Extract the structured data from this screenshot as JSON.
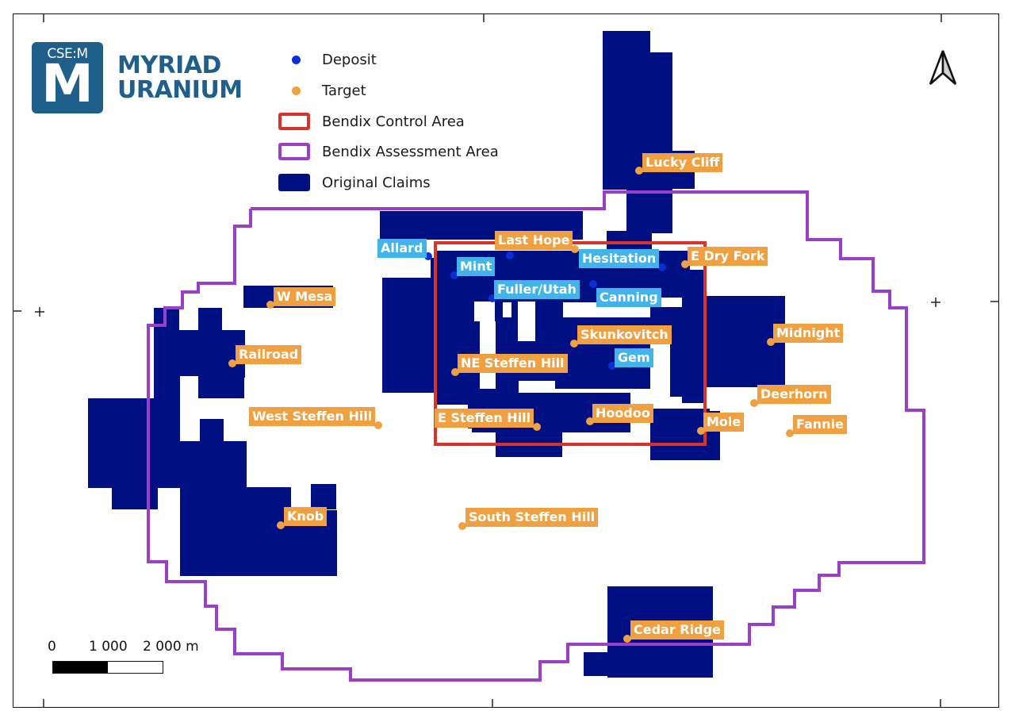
{
  "logo": {
    "ticker": "CSE:M",
    "mark": "M",
    "name_line1": "MYRIAD",
    "name_line2": "URANIUM",
    "color": "#1f5f8b"
  },
  "legend": {
    "items": [
      {
        "label": "Deposit",
        "symbol": "dot",
        "color": "#0a2fd6"
      },
      {
        "label": "Target",
        "symbol": "dot",
        "color": "#f0a040"
      },
      {
        "label": "Bendix Control Area",
        "symbol": "outline",
        "color": "#d9332b"
      },
      {
        "label": "Bendix Assessment Area",
        "symbol": "outline",
        "color": "#9b3fc8"
      },
      {
        "label": "Original Claims",
        "symbol": "fill",
        "color": "#000f82"
      }
    ]
  },
  "colors": {
    "claims": "#000f82",
    "control_area": "#d9332b",
    "assessment_area": "#9b3fc8",
    "deposit_dot": "#0a2fd6",
    "deposit_label_bg": "#42b4ea",
    "target_dot": "#f0a040",
    "target_label_bg": "#f0a040"
  },
  "deposits": [
    {
      "name": "Allard",
      "dot": [
        540,
        323
      ],
      "label": [
        476,
        301
      ]
    },
    {
      "name": "Mint",
      "dot": [
        573,
        347
      ],
      "label": [
        576,
        324
      ]
    },
    {
      "name": "Fuller/Utah",
      "dot": [
        621,
        376
      ],
      "label": [
        623,
        353
      ]
    },
    {
      "name": "Canning",
      "dot": [
        748,
        358
      ],
      "label": [
        752,
        363
      ]
    },
    {
      "name": "Hesitation",
      "dot": [
        835,
        337
      ],
      "label": [
        730,
        314
      ]
    },
    {
      "name": "Gem",
      "dot": [
        772,
        461
      ],
      "label": [
        775,
        439
      ]
    },
    {
      "name": "Unnamed deposit",
      "dot": [
        643,
        322
      ],
      "label": null
    }
  ],
  "targets": [
    {
      "name": "Lucky Cliff",
      "dot": [
        806,
        215
      ],
      "label": [
        810,
        193
      ]
    },
    {
      "name": "Last Hope",
      "dot": [
        725,
        314
      ],
      "label": [
        624,
        291
      ]
    },
    {
      "name": "E Dry Fork",
      "dot": [
        864,
        333
      ],
      "label": [
        867,
        311
      ]
    },
    {
      "name": "W Mesa",
      "dot": [
        341,
        384
      ],
      "label": [
        345,
        362
      ]
    },
    {
      "name": "Railroad",
      "dot": [
        293,
        458
      ],
      "label": [
        297,
        435
      ]
    },
    {
      "name": "Skunkovitch",
      "dot": [
        724,
        433
      ],
      "label": [
        728,
        410
      ]
    },
    {
      "name": "NE Steffen Hill",
      "dot": [
        574,
        469
      ],
      "label": [
        577,
        446
      ]
    },
    {
      "name": "Midnight",
      "dot": [
        972,
        431
      ],
      "label": [
        975,
        408
      ]
    },
    {
      "name": "Deerhorn",
      "dot": [
        951,
        508
      ],
      "label": [
        955,
        485
      ]
    },
    {
      "name": "West Steffen Hill",
      "dot": [
        477,
        536
      ],
      "label": [
        314,
        513
      ]
    },
    {
      "name": "E Steffen Hill",
      "dot": [
        677,
        538
      ],
      "label": [
        548,
        515
      ]
    },
    {
      "name": "Hoodoo",
      "dot": [
        744,
        531
      ],
      "label": [
        747,
        509
      ]
    },
    {
      "name": "Mole",
      "dot": [
        884,
        543
      ],
      "label": [
        887,
        520
      ]
    },
    {
      "name": "Fannie",
      "dot": [
        996,
        546
      ],
      "label": [
        1000,
        523
      ]
    },
    {
      "name": "Knob",
      "dot": [
        354,
        662
      ],
      "label": [
        358,
        639
      ]
    },
    {
      "name": "South Steffen Hill",
      "dot": [
        583,
        663
      ],
      "label": [
        587,
        640
      ]
    },
    {
      "name": "Cedar Ridge",
      "dot": [
        791,
        805
      ],
      "label": [
        795,
        782
      ]
    }
  ],
  "scale_bar": {
    "labels": [
      "0",
      "1 000",
      "2 000 m"
    ],
    "unit": "m"
  },
  "north_arrow": {
    "label": "north-arrow"
  }
}
